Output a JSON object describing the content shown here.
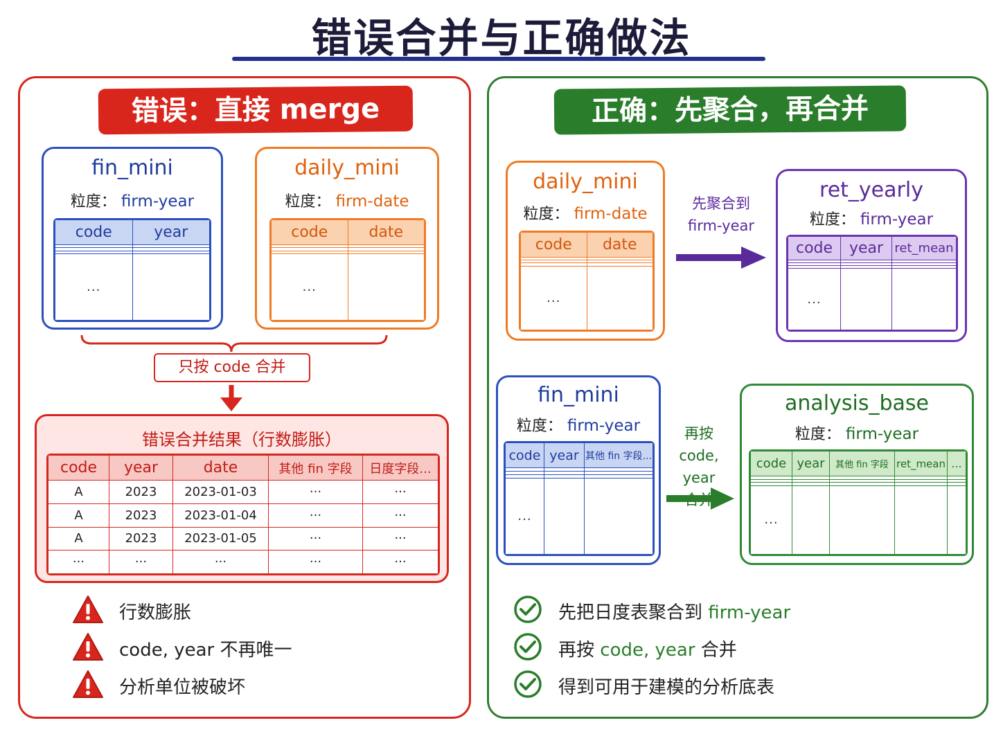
{
  "title": "错误合并与正确做法",
  "wrong": {
    "banner": "错误：直接 merge",
    "fin_mini": {
      "name": "fin_mini",
      "granularity_label": "粒度：",
      "granularity": "firm-year",
      "columns": [
        "code",
        "year"
      ],
      "ellipsis": "..."
    },
    "daily_mini": {
      "name": "daily_mini",
      "granularity_label": "粒度：",
      "granularity": "firm-date",
      "columns": [
        "code",
        "date"
      ],
      "ellipsis": "..."
    },
    "merge_label": "只按 code 合并",
    "result": {
      "title": "错误合并结果（行数膨胀）",
      "columns": [
        "code",
        "year",
        "date",
        "其他 fin 字段",
        "日度字段..."
      ],
      "rows": [
        [
          "A",
          "2023",
          "2023-01-03",
          "···",
          "···"
        ],
        [
          "A",
          "2023",
          "2023-01-04",
          "···",
          "···"
        ],
        [
          "A",
          "2023",
          "2023-01-05",
          "···",
          "···"
        ],
        [
          "···",
          "···",
          "···",
          "···",
          "···"
        ]
      ]
    },
    "problems": [
      "行数膨胀",
      "code, year 不再唯一",
      "分析单位被破坏"
    ]
  },
  "right": {
    "banner": "正确：先聚合，再合并",
    "daily_mini": {
      "name": "daily_mini",
      "granularity_label": "粒度：",
      "granularity": "firm-date",
      "columns": [
        "code",
        "date"
      ],
      "ellipsis": "..."
    },
    "aggregate_arrow": {
      "line1": "先聚合到",
      "line2": "firm-year"
    },
    "ret_yearly": {
      "name": "ret_yearly",
      "granularity_label": "粒度：",
      "granularity": "firm-year",
      "columns": [
        "code",
        "year",
        "ret_mean"
      ],
      "ellipsis": "..."
    },
    "fin_mini": {
      "name": "fin_mini",
      "granularity_label": "粒度：",
      "granularity": "firm-year",
      "columns": [
        "code",
        "year",
        "其他 fin 字段..."
      ],
      "ellipsis": "..."
    },
    "merge_arrow": {
      "line1": "再按",
      "line2": "code, year",
      "line3": "合并"
    },
    "analysis_base": {
      "name": "analysis_base",
      "granularity_label": "粒度：",
      "granularity": "firm-year",
      "columns": [
        "code",
        "year",
        "其他 fin 字段",
        "ret_mean",
        "..."
      ],
      "ellipsis": "..."
    },
    "steps": [
      {
        "text": "先把日度表聚合到",
        "highlight": "firm-year",
        "suffix": ""
      },
      {
        "text": "再按",
        "highlight": "code, year",
        "suffix": "合并"
      },
      {
        "text": "得到可用于建模的分析底表",
        "highlight": "",
        "suffix": ""
      }
    ]
  },
  "colors": {
    "red": "#d7261e",
    "green": "#2e7d2e",
    "blue": "#2a4fbf",
    "orange": "#f07a22",
    "purple": "#6a33b0"
  }
}
